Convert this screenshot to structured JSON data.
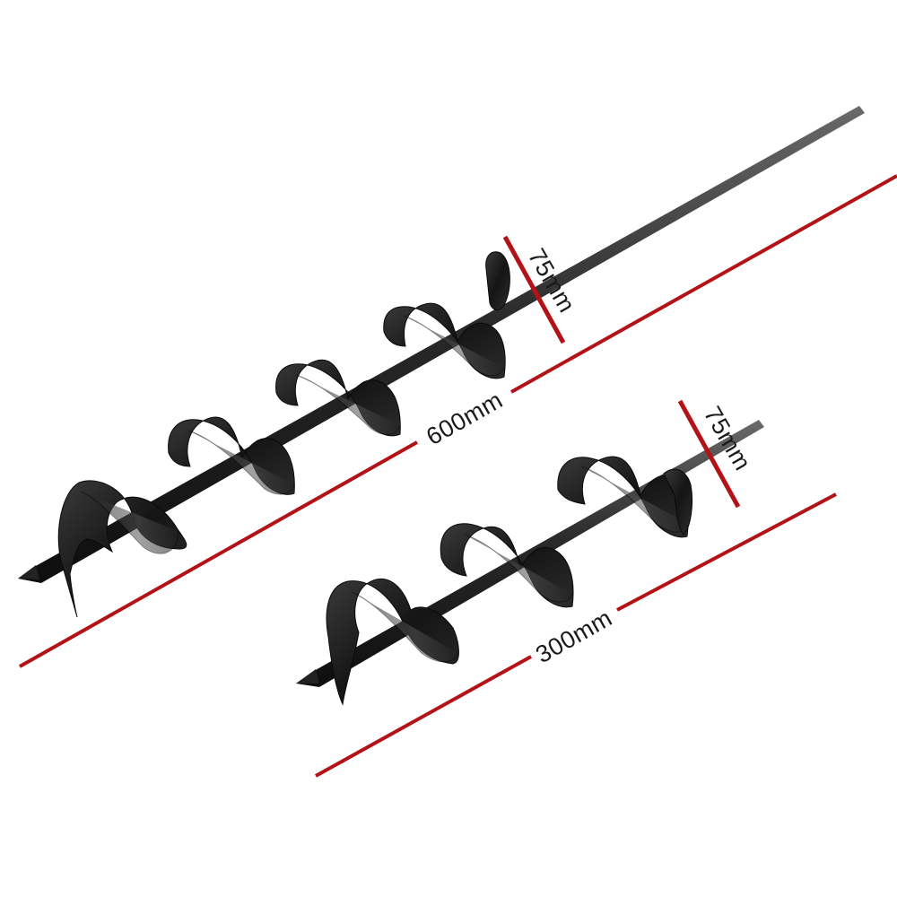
{
  "colors": {
    "dimension_line": "#b31217",
    "auger_metal": "#1c1c1c",
    "auger_highlight": "#6a6a6a",
    "background": "#ffffff"
  },
  "augers": [
    {
      "name": "long-auger",
      "length_label": "600mm",
      "diameter_label": "75mm"
    },
    {
      "name": "short-auger",
      "length_label": "300mm",
      "diameter_label": "75mm"
    }
  ]
}
